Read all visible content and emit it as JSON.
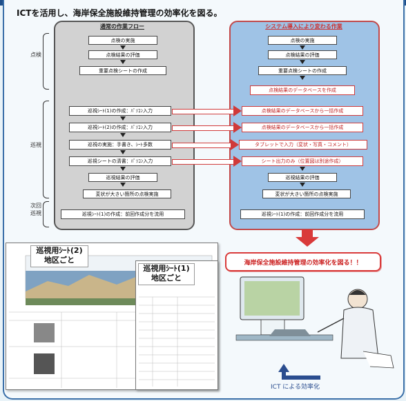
{
  "subtitle": "ICTを活用し、海岸保全施設維持管理の効率化を図る。",
  "left_panel": {
    "title": "通常の作業フロー",
    "boxes": [
      "点検の実施",
      "点検結果の評価",
      "重要点検シートの作成",
      "巡視ｼｰﾄ(1)の作成：ﾊﾟｿｺﾝ入力",
      "巡視ｼｰﾄ(2)の作成：ﾊﾟｿｺﾝ入力",
      "巡視の実施：手書き、ｼｰﾄ多数",
      "巡視シートの清書：ﾊﾟｿｺﾝ入力",
      "巡視結果の評価",
      "変状が大きい箇所の点検実施",
      "巡視ｼｰﾄ(1)の作成：前回作成分を流用"
    ]
  },
  "right_panel": {
    "title": "システム導入により変わる作業",
    "boxes": [
      "点検の実施",
      "点検結果の評価",
      "重要点検シートの作成",
      "点検結果のデータベースを作成",
      "点検結果のデータベースから一括作成",
      "点検結果のデータベースから一括作成",
      "タブレットで入力（変状・写真・コメント）",
      "シート出力のみ（位置図は別途作成）",
      "巡視結果の評価",
      "変状が大きい箇所の点検実施",
      "巡視ｼｰﾄ(1)の作成：前回作成分を流用"
    ]
  },
  "stages": {
    "inspection": "点検",
    "patrol": "巡視",
    "next_patrol": "次回巡視"
  },
  "result_text": "海岸保全施設維持管理の効率化を図る！！",
  "sheet2_label": "巡視用ｼｰﾄ(2)\n地区ごと",
  "sheet1_label": "巡視用ｼｰﾄ(1)\n地区ごと",
  "ict_label": "ICT による効率化",
  "colors": {
    "accent_red": "#d93a3a",
    "blue_panel": "#9fc3e6",
    "gray_panel": "#d2d2d2",
    "frame_blue": "#3a6fa8"
  }
}
